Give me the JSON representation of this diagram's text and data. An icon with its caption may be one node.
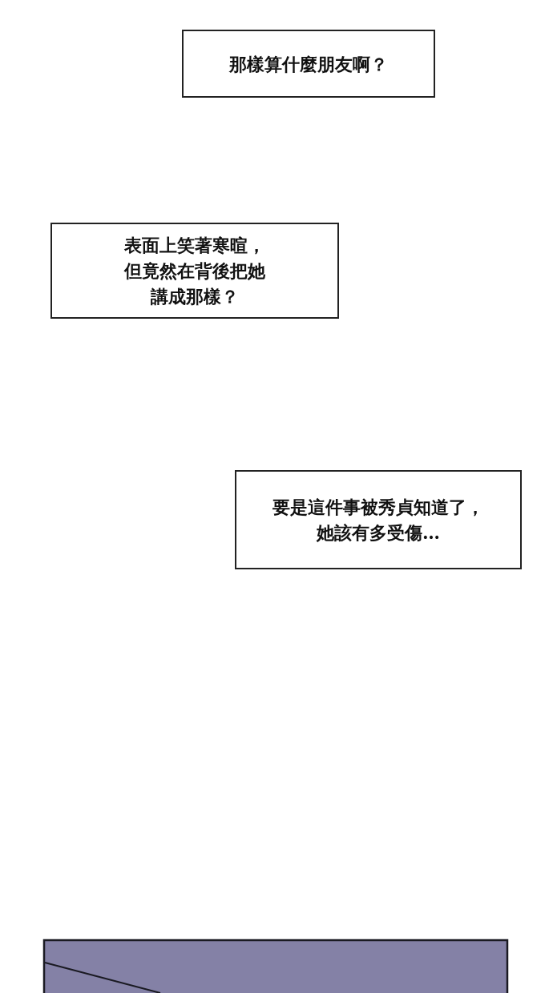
{
  "diagram": {
    "nodes": [
      {
        "text": [
          "那樣算什麼朋友啊？"
        ]
      },
      {
        "text": [
          "表面上笑著寒暄，但竟然在背後把她講成那樣？"
        ]
      },
      {
        "text": [
          "要是這件事被秀貞知道了，她該有多受傷…"
        ]
      }
    ]
  }
}
